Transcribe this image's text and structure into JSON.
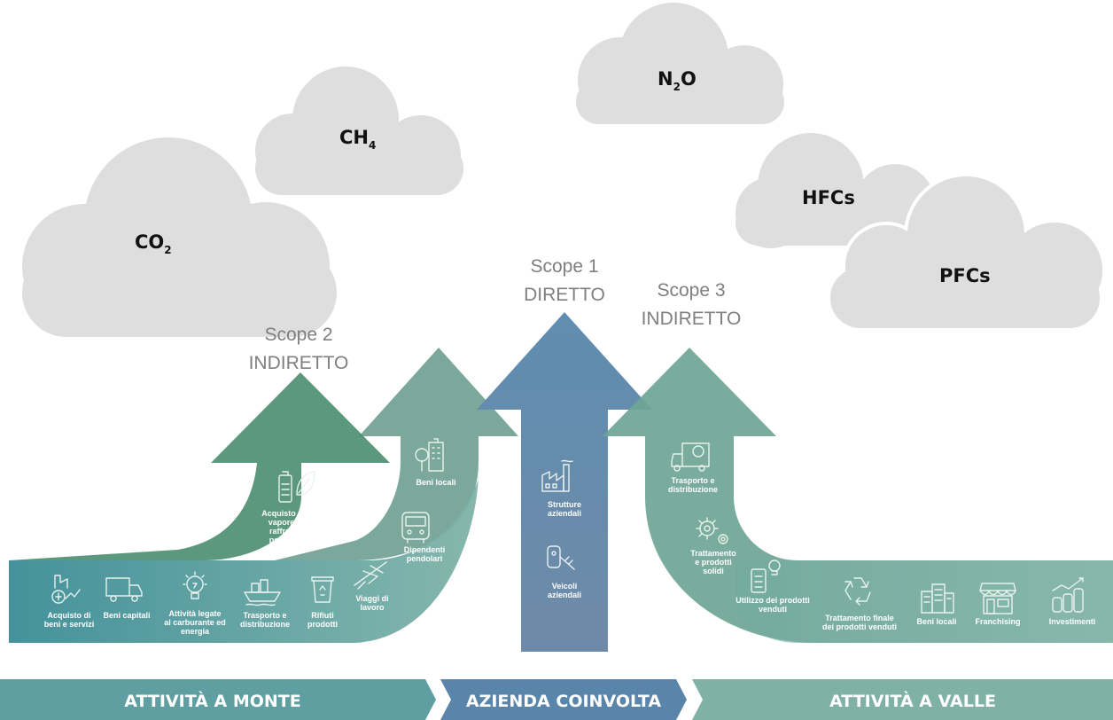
{
  "gases": {
    "co2": {
      "base": "CO",
      "sub": "2"
    },
    "ch4": {
      "base": "CH",
      "sub": "4"
    },
    "n2o": {
      "base": "N",
      "sub": "2",
      "tail": "O"
    },
    "hfcs": {
      "label": "HFCs"
    },
    "pfcs": {
      "label": "PFCs"
    }
  },
  "scopes": {
    "scope1": {
      "line1": "Scope 1",
      "line2": "DIRETTO"
    },
    "scope2": {
      "line1": "Scope 2",
      "line2": "INDIRETTO"
    },
    "scope3": {
      "line1": "Scope 3",
      "line2": "INDIRETTO"
    }
  },
  "upstream_items": [
    {
      "icon": "factory-money-icon",
      "lines": [
        "Acquisto di",
        "beni e servizi"
      ]
    },
    {
      "icon": "truck-icon",
      "lines": [
        "Beni capitali"
      ]
    },
    {
      "icon": "lightbulb-icon",
      "lines": [
        "Attività legate",
        "al carburante ed",
        "energia"
      ]
    },
    {
      "icon": "ship-icon",
      "lines": [
        "Trasporto e",
        "distribuzione"
      ]
    },
    {
      "icon": "recycle-bin-icon",
      "lines": [
        "Rifiuti",
        "prodotti"
      ]
    },
    {
      "icon": "airplane-icon",
      "lines": [
        "Viaggi di",
        "lavoro"
      ]
    },
    {
      "icon": "bus-icon",
      "lines": [
        "Dipendenti",
        "pendolari"
      ]
    },
    {
      "icon": "buildings-tree-icon",
      "lines": [
        "Beni locali"
      ]
    }
  ],
  "scope2_item": {
    "icon": "battery-leaf-icon",
    "lines": [
      "Acquisto elettricità,",
      "vapore, calore e",
      "raffreddamento",
      "per uso proprio"
    ]
  },
  "scope1_items": [
    {
      "icon": "factory-icon",
      "lines": [
        "Strutture",
        "aziendali"
      ]
    },
    {
      "icon": "car-key-icon",
      "lines": [
        "Veicoli",
        "aziendali"
      ]
    }
  ],
  "downstream_items": [
    {
      "icon": "delivery-truck-24-icon",
      "lines": [
        "Trasporto e",
        "distribuzione"
      ]
    },
    {
      "icon": "gears-icon",
      "lines": [
        "Trattamento",
        "e prodotti",
        "solidi"
      ]
    },
    {
      "icon": "phone-bulb-icon",
      "lines": [
        "Utilizzo dei prodotti",
        "venduti"
      ]
    },
    {
      "icon": "recycle-icon",
      "lines": [
        "Trattamento finale",
        "dei prodotti venduti"
      ]
    },
    {
      "icon": "local-buildings-icon",
      "lines": [
        "Beni locali"
      ]
    },
    {
      "icon": "shop-icon",
      "lines": [
        "Franchising"
      ]
    },
    {
      "icon": "coins-chart-icon",
      "lines": [
        "Investimenti"
      ]
    }
  ],
  "bars": {
    "upstream": "ATTIVITÀ A MONTE",
    "company": "AZIENDA COINVOLTA",
    "downstream": "ATTIVITÀ A VALLE"
  },
  "colors": {
    "cloud": "#dedede",
    "arrow_dark_green": "#4e8f76",
    "arrow_teal": "#6a9f8f",
    "arrow_blue": "#5d7fa0",
    "bar_teal": "#5f9fa2",
    "bar_blue": "#5a85aa"
  }
}
